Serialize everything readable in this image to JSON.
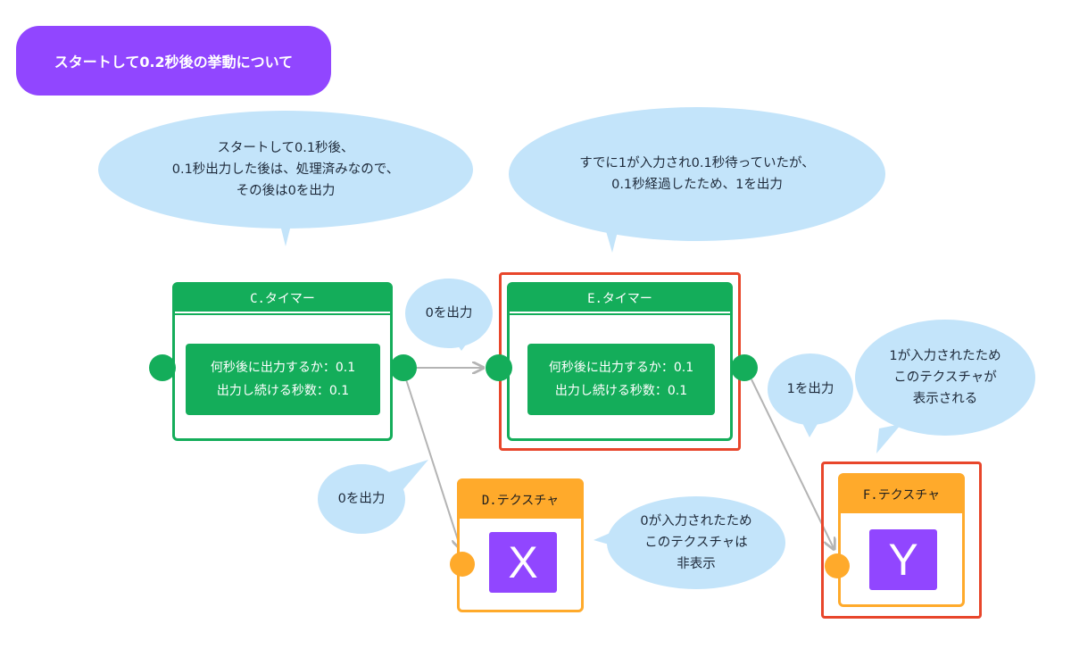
{
  "title": "スタートして0.2秒後の挙動について",
  "bubbles": {
    "c_note": [
      "スタートして0.1秒後、",
      "0.1秒出力した後は、処理済みなので、",
      "その後は0を出力"
    ],
    "e_note": [
      "すでに1が入力され0.1秒待っていたが、",
      "0.1秒経過したため、1を出力"
    ],
    "c_to_e": "0を出力",
    "c_to_d": "0を出力",
    "e_to_f": "1を出力",
    "f_note": [
      "1が入力されたため",
      "このテクスチャが",
      "表示される"
    ],
    "d_note": [
      "0が入力されたため",
      "このテクスチャは",
      "非表示"
    ]
  },
  "nodes": {
    "c": {
      "title": "C.タイマー",
      "line1": "何秒後に出力するか：0.1",
      "line2": "出力し続ける秒数：0.1"
    },
    "e": {
      "title": "E.タイマー",
      "line1": "何秒後に出力するか：0.1",
      "line2": "出力し続ける秒数：0.1"
    },
    "d": {
      "title": "D.テクスチャ",
      "letter": "X"
    },
    "f": {
      "title": "F.テクスチャ",
      "letter": "Y"
    }
  },
  "colors": {
    "accent_purple": "#9146ff",
    "timer_green": "#14ad5a",
    "texture_orange": "#ffaa2b",
    "highlight_red": "#e8462b",
    "bubble_blue": "#c3e4fa"
  }
}
